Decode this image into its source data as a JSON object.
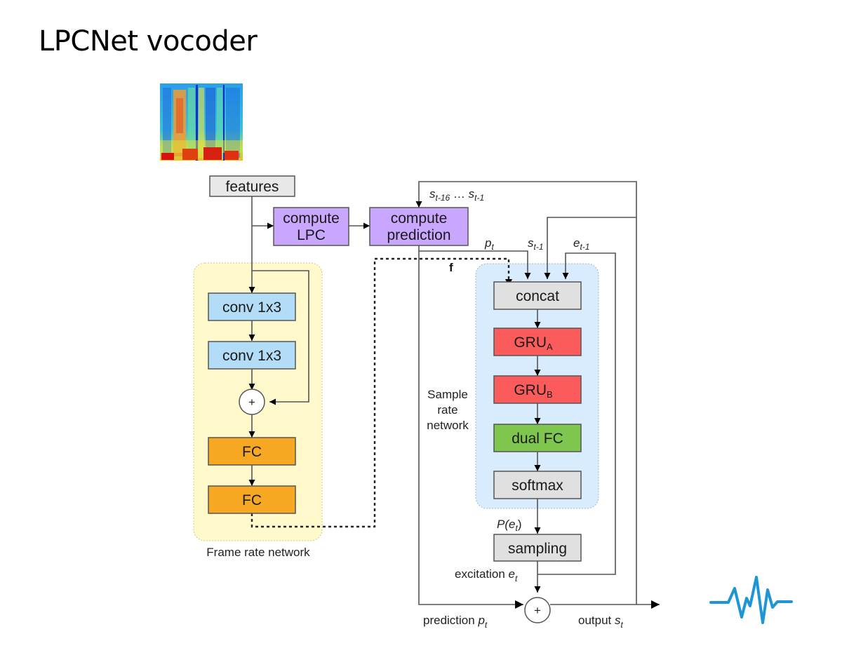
{
  "title": "LPCNet vocoder",
  "colors": {
    "gray_box": "#e0e0e0",
    "purple_box": "#c9a7ff",
    "blue_box": "#b3ddf7",
    "orange_box": "#f7a823",
    "red_box": "#fc5b5b",
    "green_box": "#7fc64f",
    "frame_region": "#fff9cc",
    "sample_region": "#d9ecfd",
    "waveform_icon": "#1e95d4"
  },
  "blocks": {
    "features": "features",
    "compute_lpc": [
      "compute",
      "LPC"
    ],
    "compute_prediction": [
      "compute",
      "prediction"
    ],
    "conv1": "conv 1x3",
    "conv2": "conv 1x3",
    "plus": "+",
    "fc1": "FC",
    "fc2": "FC",
    "concat": "concat",
    "gru_a": {
      "main": "GRU",
      "sub": "A"
    },
    "gru_b": {
      "main": "GRU",
      "sub": "B"
    },
    "dual_fc": "dual FC",
    "softmax": "softmax",
    "sampling": "sampling",
    "output_plus": "+"
  },
  "regions": {
    "frame_rate": "Frame rate network",
    "sample_rate": [
      "Sample",
      "rate",
      "network"
    ]
  },
  "labels": {
    "history": {
      "s1": "s",
      "sub1": "t-16",
      "dots": " … ",
      "s2": "s",
      "sub2": "t-1"
    },
    "pt": {
      "main": "p",
      "sub": "t"
    },
    "st1": {
      "main": "s",
      "sub": "t-1"
    },
    "et1": {
      "main": "e",
      "sub": "t-1"
    },
    "f": "f",
    "pet": {
      "pre": "P(",
      "main": "e",
      "sub": "t",
      "post": ")"
    },
    "excitation": {
      "pre": "excitation ",
      "main": "e",
      "sub": "t"
    },
    "prediction": {
      "pre": "prediction ",
      "main": "p",
      "sub": "t"
    },
    "output": {
      "pre": "output ",
      "main": "s",
      "sub": "t"
    }
  }
}
